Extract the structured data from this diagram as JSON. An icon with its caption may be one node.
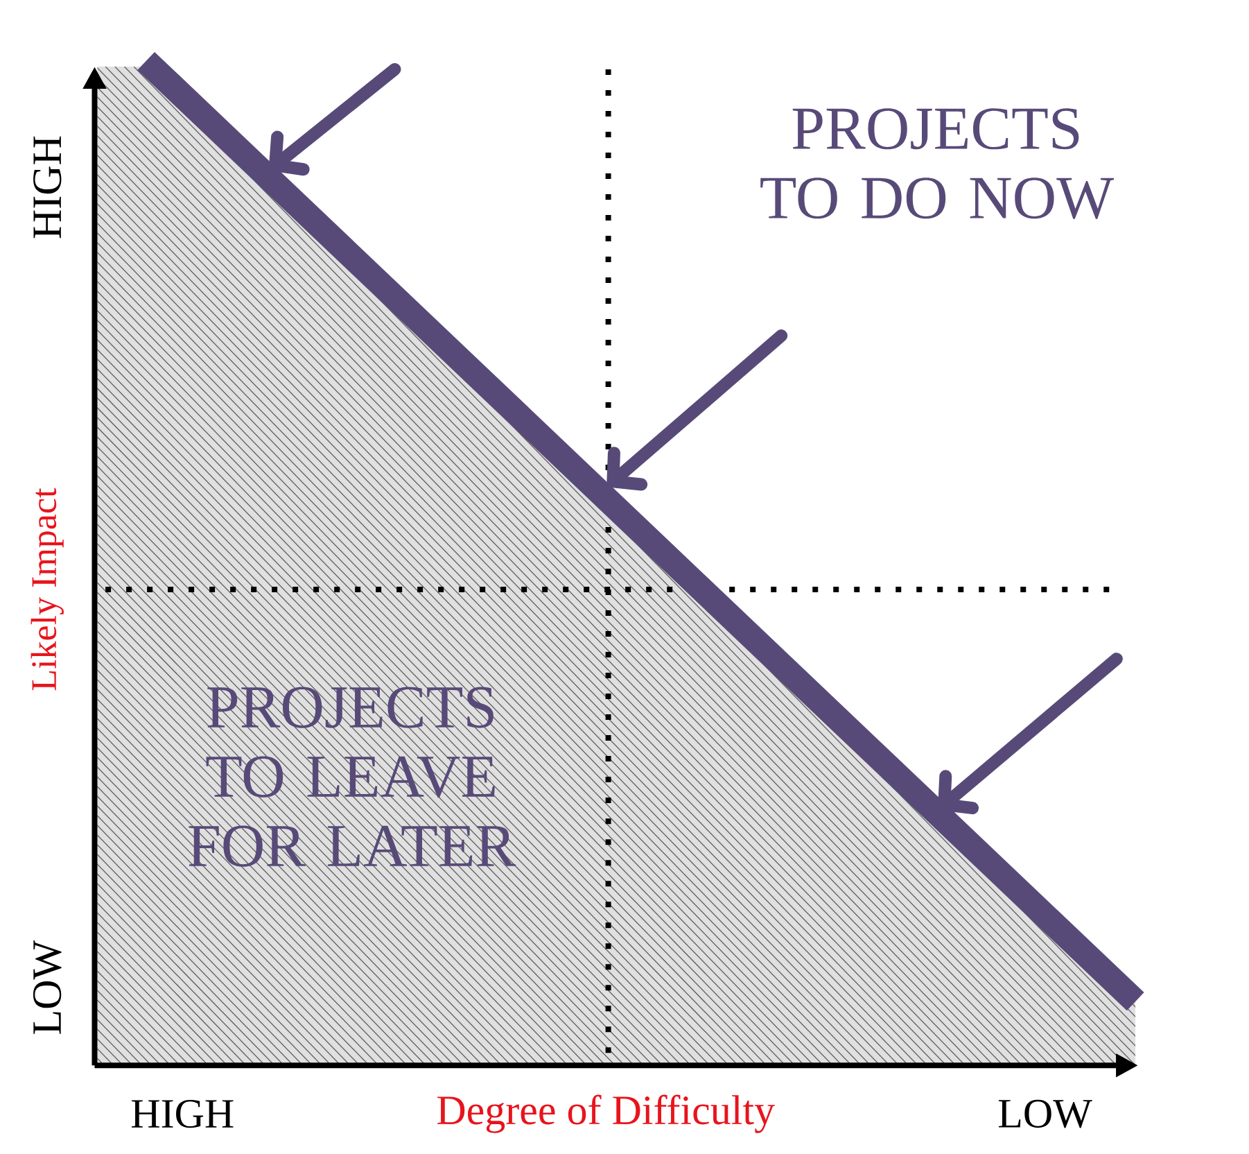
{
  "diagram": {
    "labels": [
      "HIGH",
      "PROJECTS TO DO NOW",
      "Likely Impact",
      "PROJECTS TO LEAVE FOR LATER",
      "LOW",
      "HIGH",
      "Degree of Difficulty",
      "LOW"
    ]
  }
}
